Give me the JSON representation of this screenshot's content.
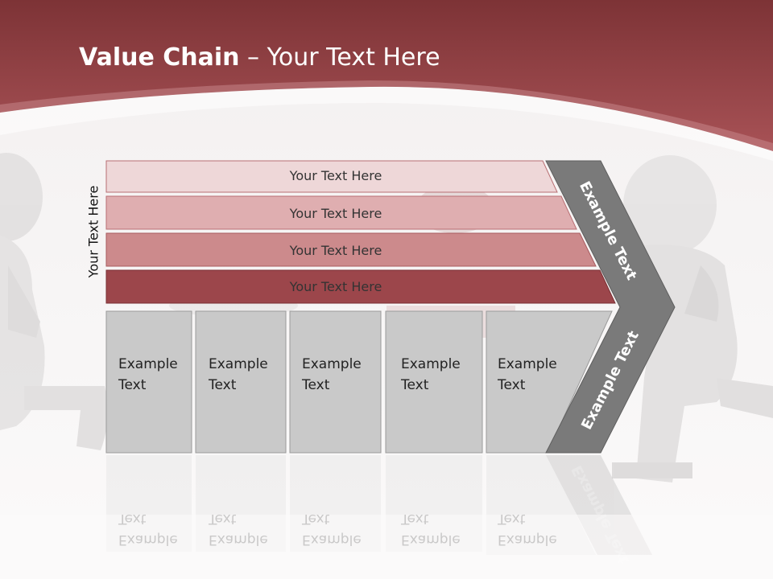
{
  "slide": {
    "title_bold": "Value Chain",
    "title_rest": " – Your Text Here",
    "vertical_label": "Your Text Here",
    "rows": [
      {
        "label": "Your Text Here",
        "color": "#eed7d8"
      },
      {
        "label": "Your Text Here",
        "color": "#dfaeb0"
      },
      {
        "label": "Your Text Here",
        "color": "#cc8a8c"
      },
      {
        "label": "Your Text Here",
        "color": "#9c464b"
      }
    ],
    "cards": [
      {
        "line1": "Example",
        "line2": "Text"
      },
      {
        "line1": "Example",
        "line2": "Text"
      },
      {
        "line1": "Example",
        "line2": "Text"
      },
      {
        "line1": "Example",
        "line2": "Text"
      },
      {
        "line1": "Example",
        "line2": "Text"
      }
    ],
    "chevron_top_text": "Example Text",
    "chevron_bottom_text": "Example Text",
    "colors": {
      "header": "#9e4649",
      "chevron": "#7a7a7a",
      "card": "#c9c9c9"
    }
  }
}
